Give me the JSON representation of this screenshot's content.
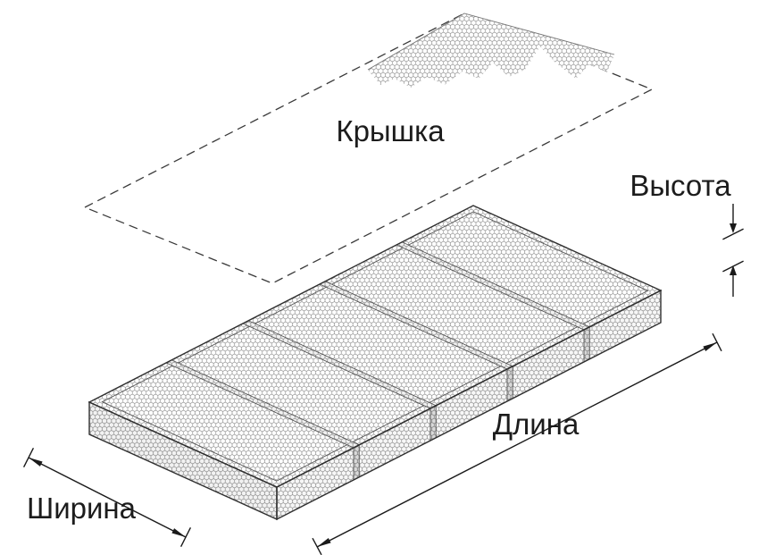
{
  "figure": {
    "labels": {
      "lid": "Крышка",
      "height": "Высота",
      "length": "Длина",
      "width": "Ширина"
    },
    "colors": {
      "line": "#2f2f2f",
      "mesh": "#8a8a8a",
      "dimension": "#1a1a1a",
      "background": "#ffffff"
    }
  }
}
